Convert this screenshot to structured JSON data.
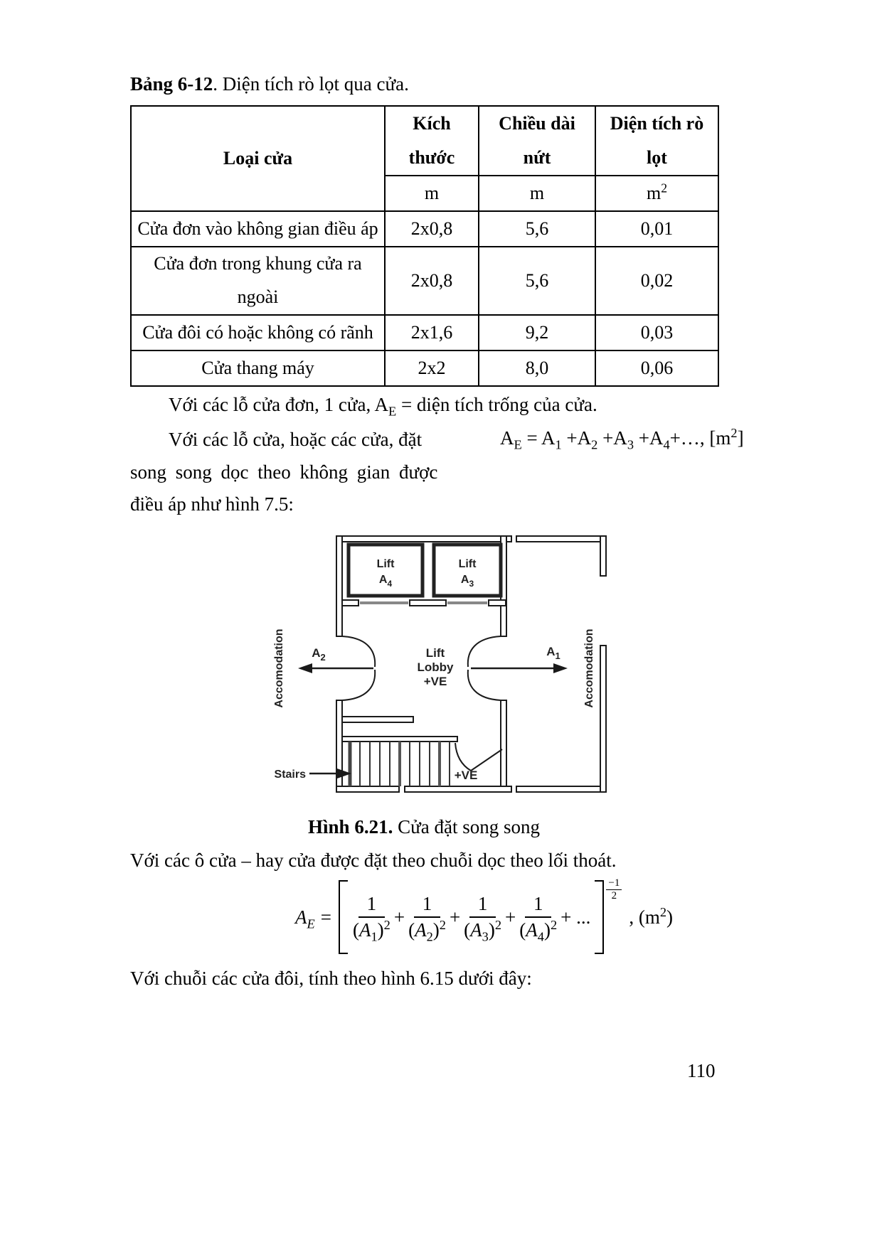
{
  "page": {
    "number": "110"
  },
  "table_caption": {
    "bold": "Bảng 6-12",
    "rest": ". Diện tích rò lọt qua cửa."
  },
  "table": {
    "col_type": "Loại cửa",
    "col_size": "Kích thước",
    "col_crack": "Chiều dài nứt",
    "col_leak": "Diện tích rò lọt",
    "unit_size": "m",
    "unit_crack": "m",
    "unit_leak_base": "m",
    "unit_leak_sup": "2",
    "rows": [
      {
        "type": "Cửa đơn vào không gian điều áp",
        "size": "2x0,8",
        "crack": "5,6",
        "leak": "0,01"
      },
      {
        "type": "Cửa đơn trong khung cửa ra ngoài",
        "size": "2x0,8",
        "crack": "5,6",
        "leak": "0,02"
      },
      {
        "type": "Cửa đôi có hoặc không có rãnh",
        "size": "2x1,6",
        "crack": "9,2",
        "leak": "0,03"
      },
      {
        "type": "Cửa thang máy",
        "size": "2x2",
        "crack": "8,0",
        "leak": "0,06"
      }
    ]
  },
  "paragraphs": {
    "p1": {
      "segs": [
        {
          "t": "Với các lỗ cửa đơn, 1 cửa, A"
        },
        {
          "sub": "E"
        },
        {
          "t": " = diện tích trống của cửa."
        }
      ]
    },
    "p2_line1": "Với các lỗ cửa, hoặc các cửa, đặt",
    "p2_line2": "song song dọc theo không gian được",
    "p2_line3": "điều áp như hình 7.5:",
    "p3": "Với các ô cửa – hay cửa được đặt theo chuỗi dọc theo lối thoát.",
    "p4": "Với chuỗi các cửa đôi, tính theo hình 6.15 dưới đây:"
  },
  "formula_sum": {
    "segs": [
      {
        "t": "A"
      },
      {
        "sub": "E"
      },
      {
        "t": " = A"
      },
      {
        "sub": "1"
      },
      {
        "t": " +A"
      },
      {
        "sub": "2"
      },
      {
        "t": " +A"
      },
      {
        "sub": "3"
      },
      {
        "t": " +A"
      },
      {
        "sub": "4"
      },
      {
        "t": "+…, [m"
      },
      {
        "sup": "2"
      },
      {
        "t": "]"
      }
    ]
  },
  "formula_series": {
    "lhs_base": "A",
    "lhs_sub": "E",
    "equals": "=",
    "plus": "+",
    "terms": [
      {
        "num": "1",
        "den_open": "(",
        "den_base": "A",
        "den_sub": "1",
        "den_close": ")",
        "den_exp": "2"
      },
      {
        "num": "1",
        "den_open": "(",
        "den_base": "A",
        "den_sub": "2",
        "den_close": ")",
        "den_exp": "2"
      },
      {
        "num": "1",
        "den_open": "(",
        "den_base": "A",
        "den_sub": "3",
        "den_close": ")",
        "den_exp": "2"
      },
      {
        "num": "1",
        "den_open": "(",
        "den_base": "A",
        "den_sub": "4",
        "den_close": ")",
        "den_exp": "2"
      }
    ],
    "ellipsis": "+ ...",
    "exp_num": "−1",
    "exp_den": "2",
    "tail_segs": [
      {
        "t": ", (m"
      },
      {
        "sup": "2"
      },
      {
        "t": ")"
      }
    ]
  },
  "figure": {
    "caption_bold": "Hình 6.21.",
    "caption_rest": " Cửa đặt song song",
    "labels": {
      "lift_left_line1": "Lift",
      "lift_left_base": "A",
      "lift_left_sub": "4",
      "lift_right_line1": "Lift",
      "lift_right_base": "A",
      "lift_right_sub": "3",
      "lobby_line1": "Lift",
      "lobby_line2": "Lobby",
      "lobby_line3": "+VE",
      "accom_left": "Accomodation",
      "accom_right": "Accomodation",
      "a2_base": "A",
      "a2_sub": "2",
      "a1_base": "A",
      "a1_sub": "1",
      "stairs": "Stairs",
      "ve_bottom": "+VE"
    }
  }
}
